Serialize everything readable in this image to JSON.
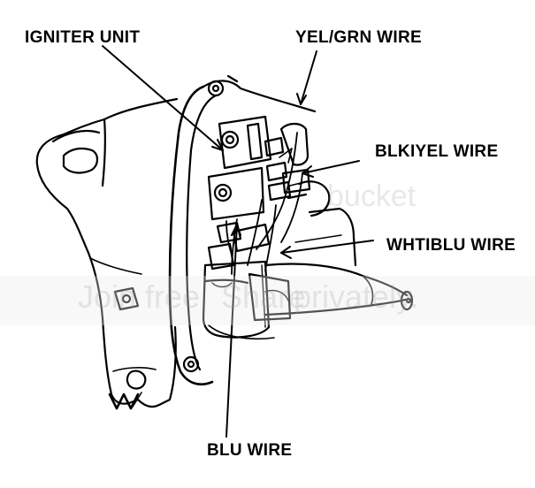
{
  "labels": {
    "igniter_unit": "IGNITER UNIT",
    "yel_grn_wire": "YEL/GRN WIRE",
    "blk_yel_wire": "BLKIYEL WIRE",
    "wht_blu_wire": "WHTIBLU WIRE",
    "blu_wire": "BLU WIRE"
  },
  "watermark": {
    "brand": "bucket",
    "slogan_left": "Join free",
    "slogan_mid": "Share",
    "slogan_right": "privately."
  },
  "colors": {
    "line": "#000000",
    "background": "#ffffff"
  }
}
